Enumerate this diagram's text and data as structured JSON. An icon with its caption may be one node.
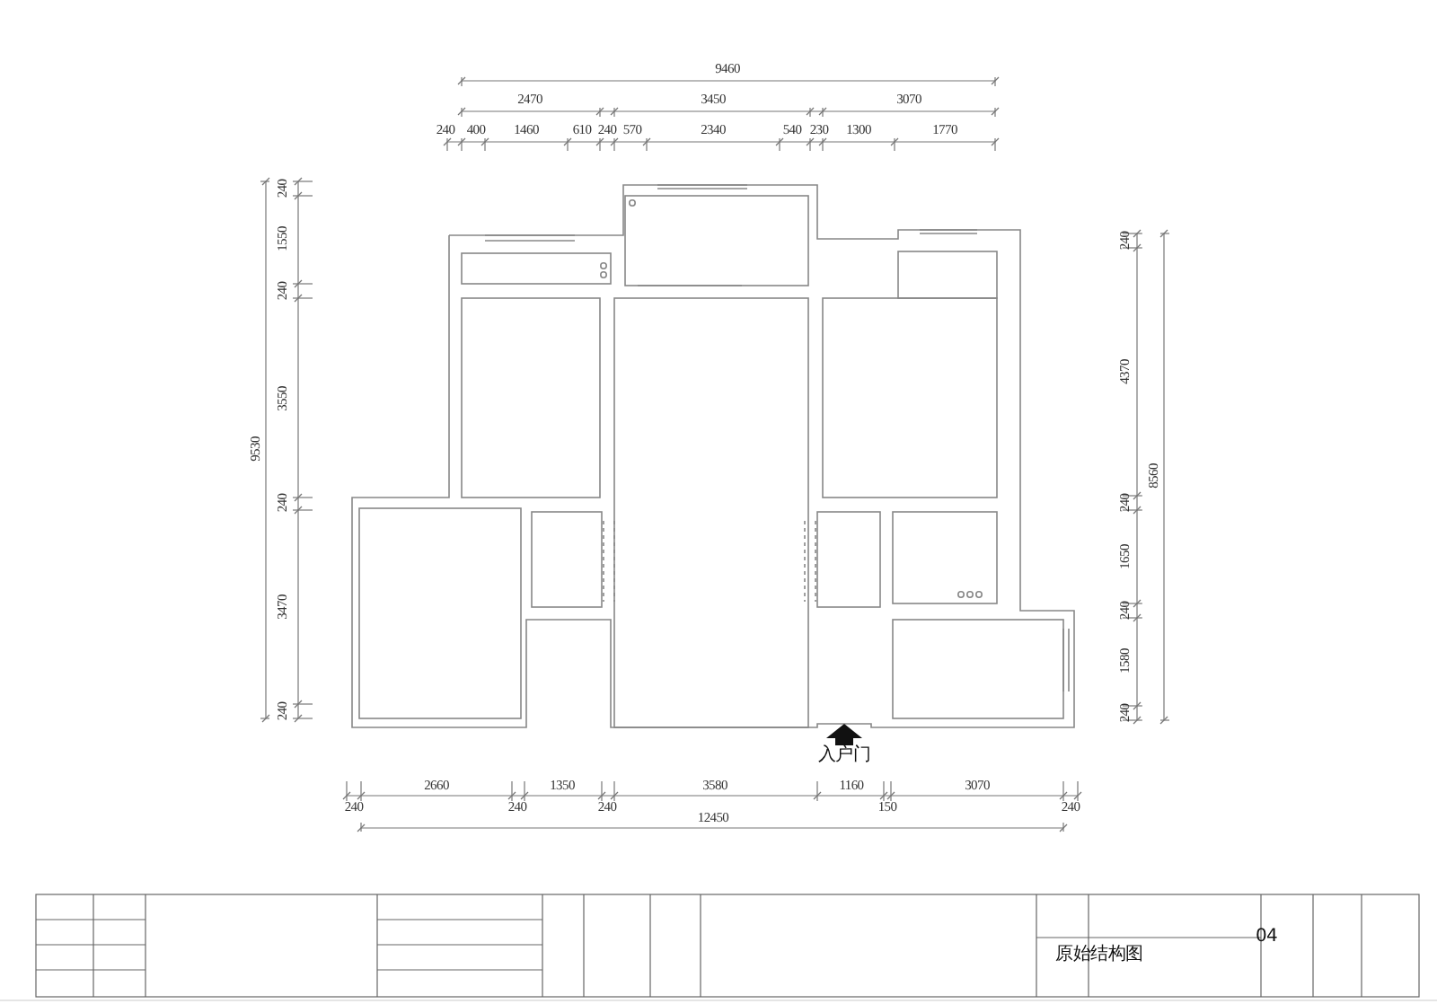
{
  "diagram": {
    "labels": [
      "9460",
      "2470",
      "3450",
      "3070",
      "240",
      "400",
      "1460",
      "610",
      "240",
      "570",
      "2340",
      "540",
      "230",
      "1300",
      "1770",
      "9530",
      "240",
      "1550",
      "240",
      "3550",
      "240",
      "3470",
      "240",
      "240",
      "4370",
      "8560",
      "240",
      "1650",
      "240",
      "1580",
      "240",
      "入户门",
      "2660",
      "1350",
      "3580",
      "1160",
      "3070",
      "240",
      "240",
      "240",
      "150",
      "240",
      "12450",
      "04",
      "原始结构图"
    ]
  }
}
